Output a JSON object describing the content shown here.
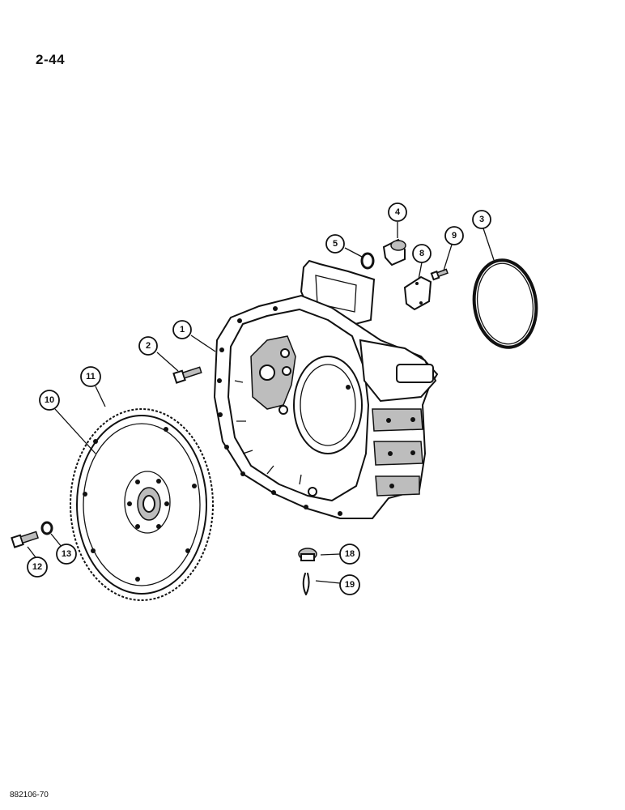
{
  "page": {
    "number": "2-44",
    "drawing_code": "882106-70"
  },
  "callouts": [
    {
      "id": "callout-1",
      "label": "1"
    },
    {
      "id": "callout-2",
      "label": "2"
    },
    {
      "id": "callout-3",
      "label": "3"
    },
    {
      "id": "callout-4",
      "label": "4"
    },
    {
      "id": "callout-5",
      "label": "5"
    },
    {
      "id": "callout-8",
      "label": "8"
    },
    {
      "id": "callout-9",
      "label": "9"
    },
    {
      "id": "callout-10",
      "label": "10"
    },
    {
      "id": "callout-11",
      "label": "11"
    },
    {
      "id": "callout-12",
      "label": "12"
    },
    {
      "id": "callout-13",
      "label": "13"
    },
    {
      "id": "callout-18",
      "label": "18"
    },
    {
      "id": "callout-19",
      "label": "19"
    }
  ]
}
